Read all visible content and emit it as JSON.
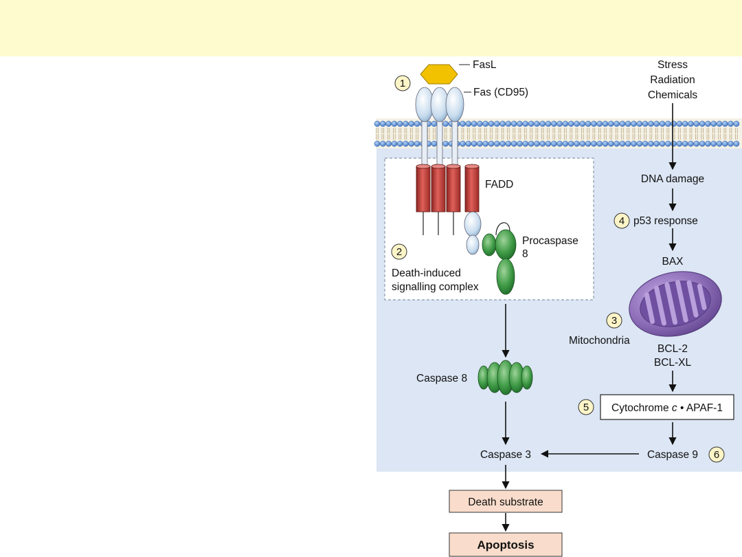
{
  "labels": {
    "fasl": "FasL",
    "fas": "Fas (CD95)",
    "stress": "Stress",
    "radiation": "Radiation",
    "chemicals": "Chemicals",
    "fadd": "FADD",
    "procaspase_1": "Procaspase",
    "procaspase_2": "8",
    "disc_1": "Death-induced",
    "disc_2": "signalling complex",
    "dna_damage": "DNA damage",
    "p53": "p53 response",
    "bax": "BAX",
    "mitochondria": "Mitochondria",
    "bcl2": "BCL-2",
    "bclxl": "BCL-XL",
    "caspase8": "Caspase 8",
    "cyto_1": "Cytochrome ",
    "cyto_2": "c",
    "cyto_3": " • APAF-1",
    "caspase3": "Caspase 3",
    "caspase9": "Caspase 9",
    "death_substrate": "Death substrate",
    "apoptosis": "Apoptosis"
  },
  "steps": [
    "1",
    "2",
    "3",
    "4",
    "5",
    "6"
  ],
  "colors": {
    "banner": "#fefccf",
    "cell": "#dce6f4",
    "membrane_head": "#5b8fd6",
    "fasl": "#f2c200",
    "receptor": "#c8dcee",
    "fadd": "#c94a45",
    "caspase": "#3f9b46",
    "mito": "#8a6bb5",
    "box_fill": "#f9dccb",
    "step_circle": "#fdf5c8"
  }
}
